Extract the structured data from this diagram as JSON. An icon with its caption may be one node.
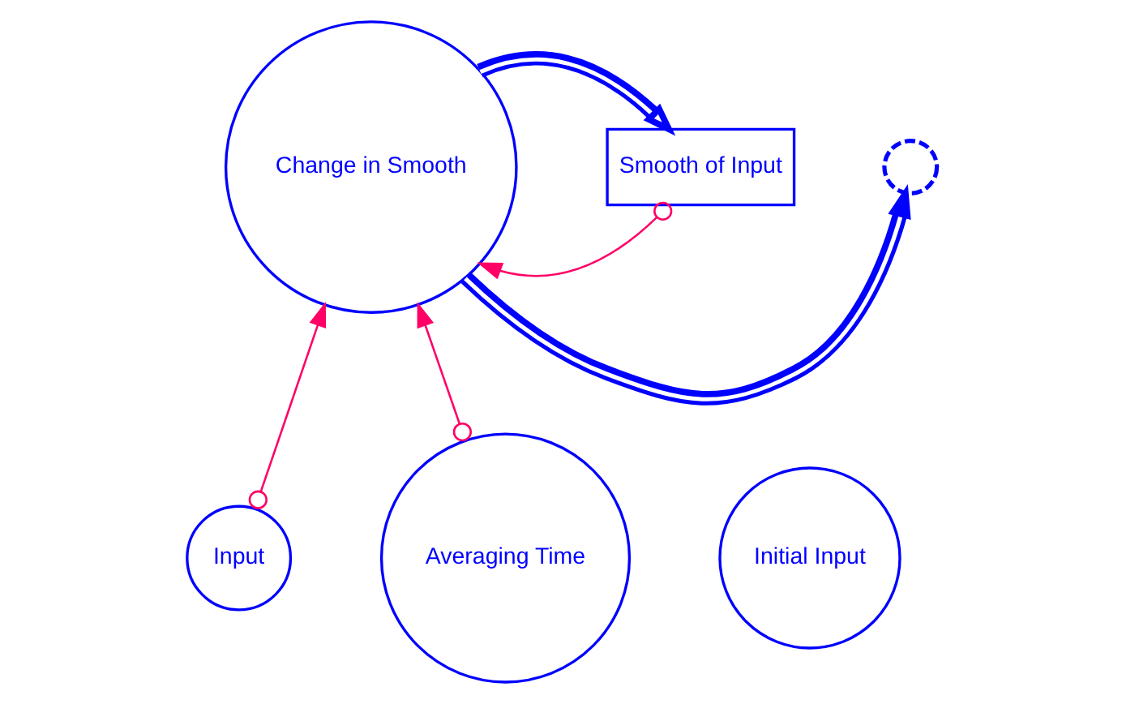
{
  "diagram": {
    "nodes": [
      {
        "text": [],
        "shape": "cloud"
      },
      {
        "text": [
          "Change in Smooth"
        ]
      },
      {
        "text": [
          "Smooth of Input"
        ]
      },
      {
        "text": [
          "Input"
        ]
      },
      {
        "text": [
          "Averaging Time"
        ]
      },
      {
        "text": [
          "Initial Input"
        ]
      }
    ],
    "edges": [
      {
        "from": 1,
        "to": 0,
        "arrow": "to",
        "style": "thick",
        "color": "#0000ff"
      },
      {
        "from": 1,
        "to": 2,
        "arrow": "to",
        "style": "thick",
        "color": "#0000ff"
      },
      {
        "from": 3,
        "to": 1,
        "arrow": "to"
      },
      {
        "from": 4,
        "to": 1,
        "arrow": "to"
      },
      {
        "from": 2,
        "to": 1,
        "arrow": "to"
      }
    ]
  }
}
